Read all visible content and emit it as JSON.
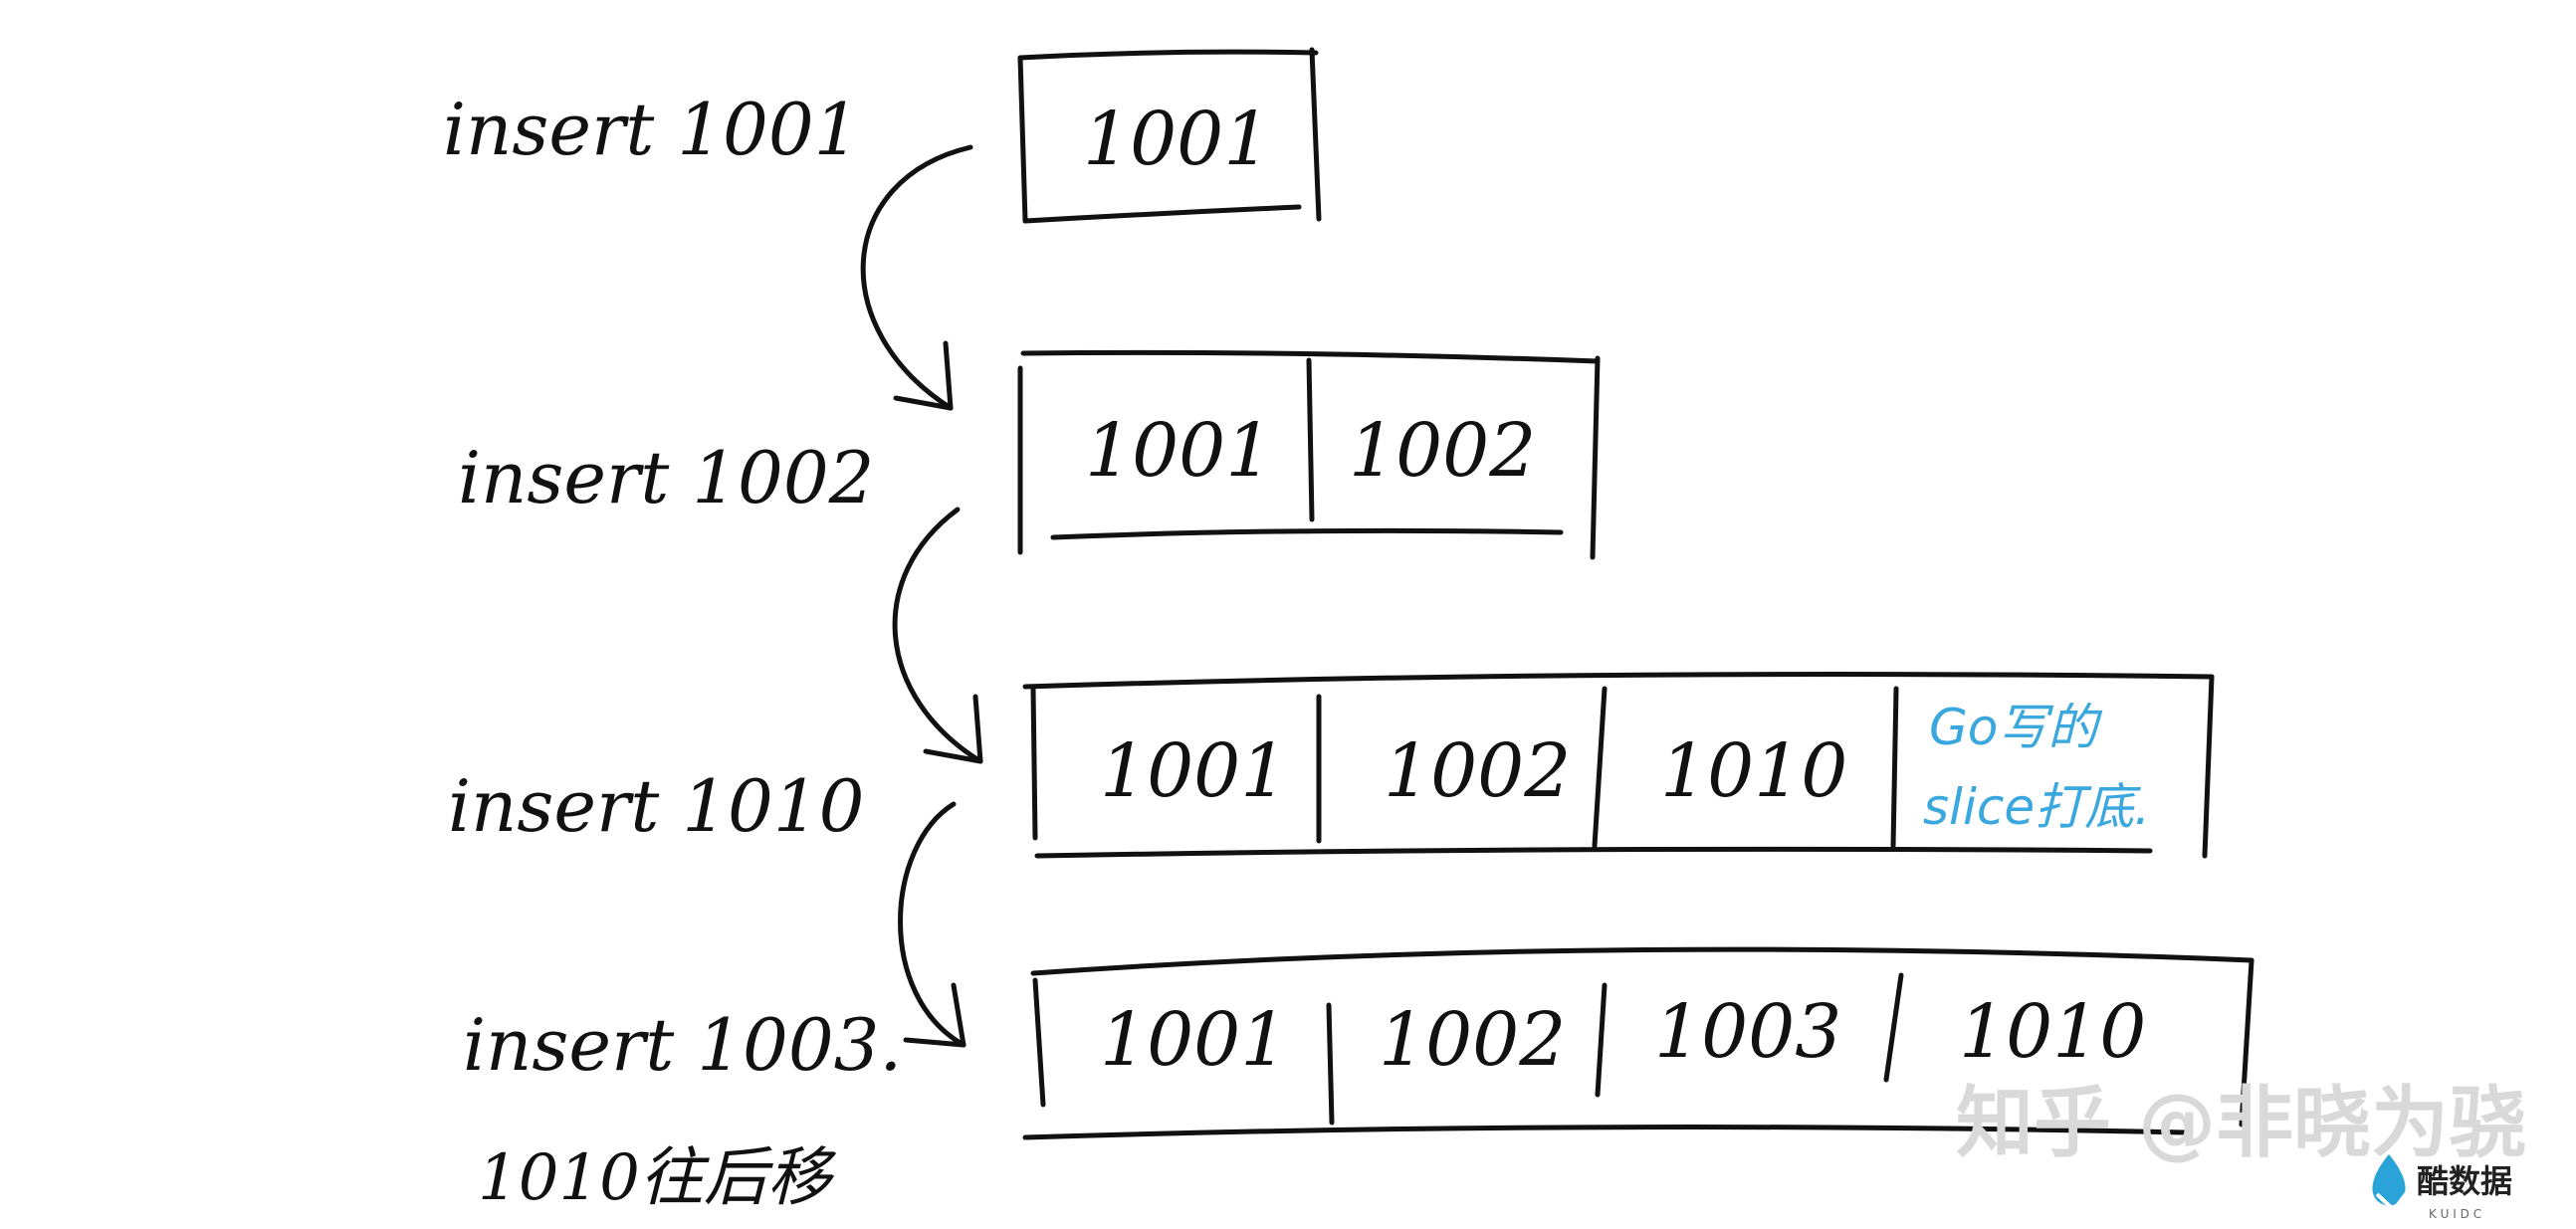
{
  "steps": [
    {
      "label": "insert 1001",
      "cells": [
        "1001"
      ]
    },
    {
      "label": "insert 1002",
      "cells": [
        "1001",
        "1002"
      ]
    },
    {
      "label": "insert 1010",
      "cells": [
        "1001",
        "1002",
        "1010"
      ],
      "note": [
        "Go写的",
        "slice打底."
      ]
    },
    {
      "label": "insert 1003.",
      "sublabel": "1010往后移",
      "cells": [
        "1001",
        "1002",
        "1003",
        "1010"
      ]
    }
  ],
  "watermark": {
    "main": "知乎 @非晓为骁",
    "brand": "酷数据",
    "brand_sub": "K U I D C"
  },
  "colors": {
    "ink": "#111111",
    "note": "#3aa7de",
    "watermark": "#d9d9d9",
    "brand_icon": "#2aa3d8"
  }
}
